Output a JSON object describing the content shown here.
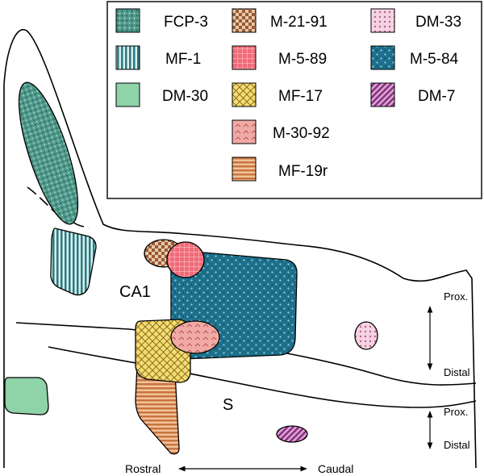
{
  "legend": {
    "items": [
      {
        "key": "fcp3",
        "label": "FCP-3",
        "pattern": "dots-teal"
      },
      {
        "key": "mf1",
        "label": "MF-1",
        "pattern": "vstripes-teal"
      },
      {
        "key": "dm30",
        "label": "DM-30",
        "pattern": "solid-green"
      },
      {
        "key": "m2191",
        "label": "M-21-91",
        "pattern": "checker-brown"
      },
      {
        "key": "m589",
        "label": "M-5-89",
        "pattern": "grid-red"
      },
      {
        "key": "mf17",
        "label": "MF-17",
        "pattern": "crosshatch-yellow"
      },
      {
        "key": "m3092",
        "label": "M-30-92",
        "pattern": "chevrons-pink"
      },
      {
        "key": "mf19r",
        "label": "MF-19r",
        "pattern": "hstripes-orange"
      },
      {
        "key": "dm33",
        "label": "DM-33",
        "pattern": "dots-pink"
      },
      {
        "key": "m584",
        "label": "M-5-84",
        "pattern": "dots-blue"
      },
      {
        "key": "dm7",
        "label": "DM-7",
        "pattern": "diagonal-purple"
      }
    ]
  },
  "regions": {
    "ca1": "CA1",
    "s": "S"
  },
  "axis": {
    "upper_prox": "Prox.",
    "upper_distal": "Distal",
    "lower_prox": "Prox.",
    "lower_distal": "Distal",
    "rostral": "Rostral",
    "caudal": "Caudal"
  },
  "colors": {
    "teal": "#3f8a7f",
    "teal_dark": "#24605a",
    "green": "#8fd3a8",
    "brown": "#b9714a",
    "red": "#ee6a76",
    "yellow": "#f3d867",
    "pink": "#efa8a3",
    "orange": "#d88a55",
    "pink_light": "#f2c4d8",
    "blue": "#1d6f8a",
    "purple": "#9a3c8f"
  }
}
